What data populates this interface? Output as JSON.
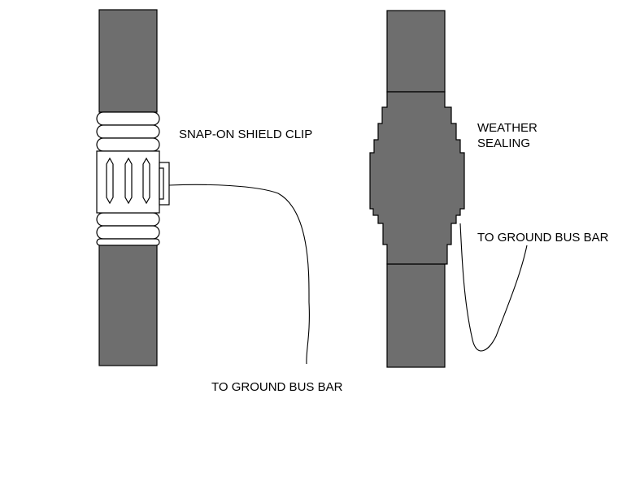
{
  "diagram": {
    "left": {
      "clip_label": "SNAP-ON SHIELD CLIP",
      "ground_label": "TO GROUND BUS BAR"
    },
    "right": {
      "sealing_label_line1": "WEATHER",
      "sealing_label_line2": "SEALING",
      "ground_label": "TO GROUND BUS BAR"
    }
  },
  "colors": {
    "cable_fill": "#6e6e6e",
    "outline": "#000000",
    "background": "#ffffff"
  }
}
